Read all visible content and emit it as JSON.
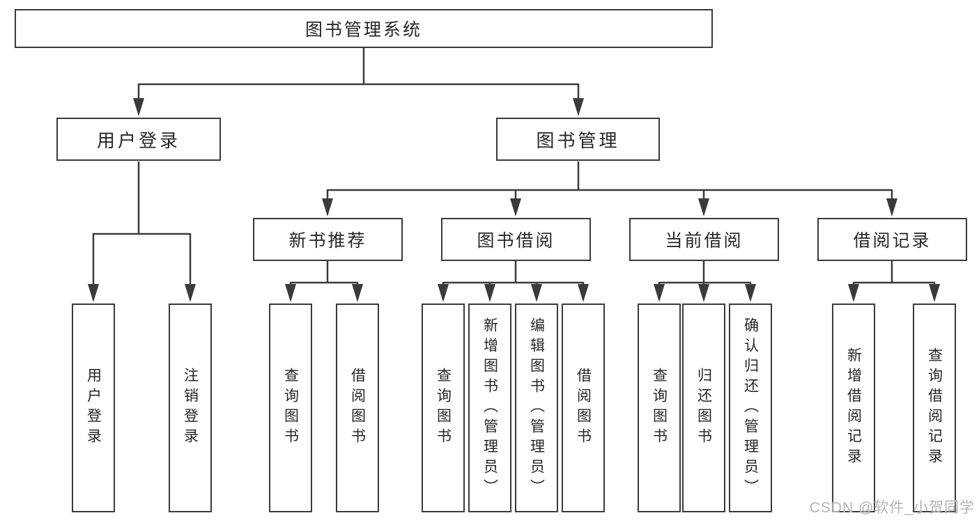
{
  "diagram": {
    "root": {
      "label": "图书管理系统"
    },
    "branches": [
      {
        "label": "用户登录",
        "children": [
          "用户登录",
          "注销登录"
        ]
      },
      {
        "label": "图书管理",
        "groups": [
          {
            "label": "新书推荐",
            "children": [
              "查询图书",
              "借阅图书"
            ]
          },
          {
            "label": "图书借阅",
            "children": [
              "查询图书",
              "新增图书（管理员）",
              "编辑图书（管理员）",
              "借阅图书"
            ]
          },
          {
            "label": "当前借阅",
            "children": [
              "查询图书",
              "归还图书",
              "确认归还（管理员）"
            ]
          },
          {
            "label": "借阅记录",
            "children": [
              "新增借阅记录",
              "查询借阅记录"
            ]
          }
        ]
      }
    ]
  },
  "watermark": {
    "text": "CSDN @软件_小贺同学"
  },
  "colors": {
    "line": "#3a3a3a",
    "text": "#262626",
    "watermark": "#b3b3b3",
    "background": "#ffffff"
  }
}
